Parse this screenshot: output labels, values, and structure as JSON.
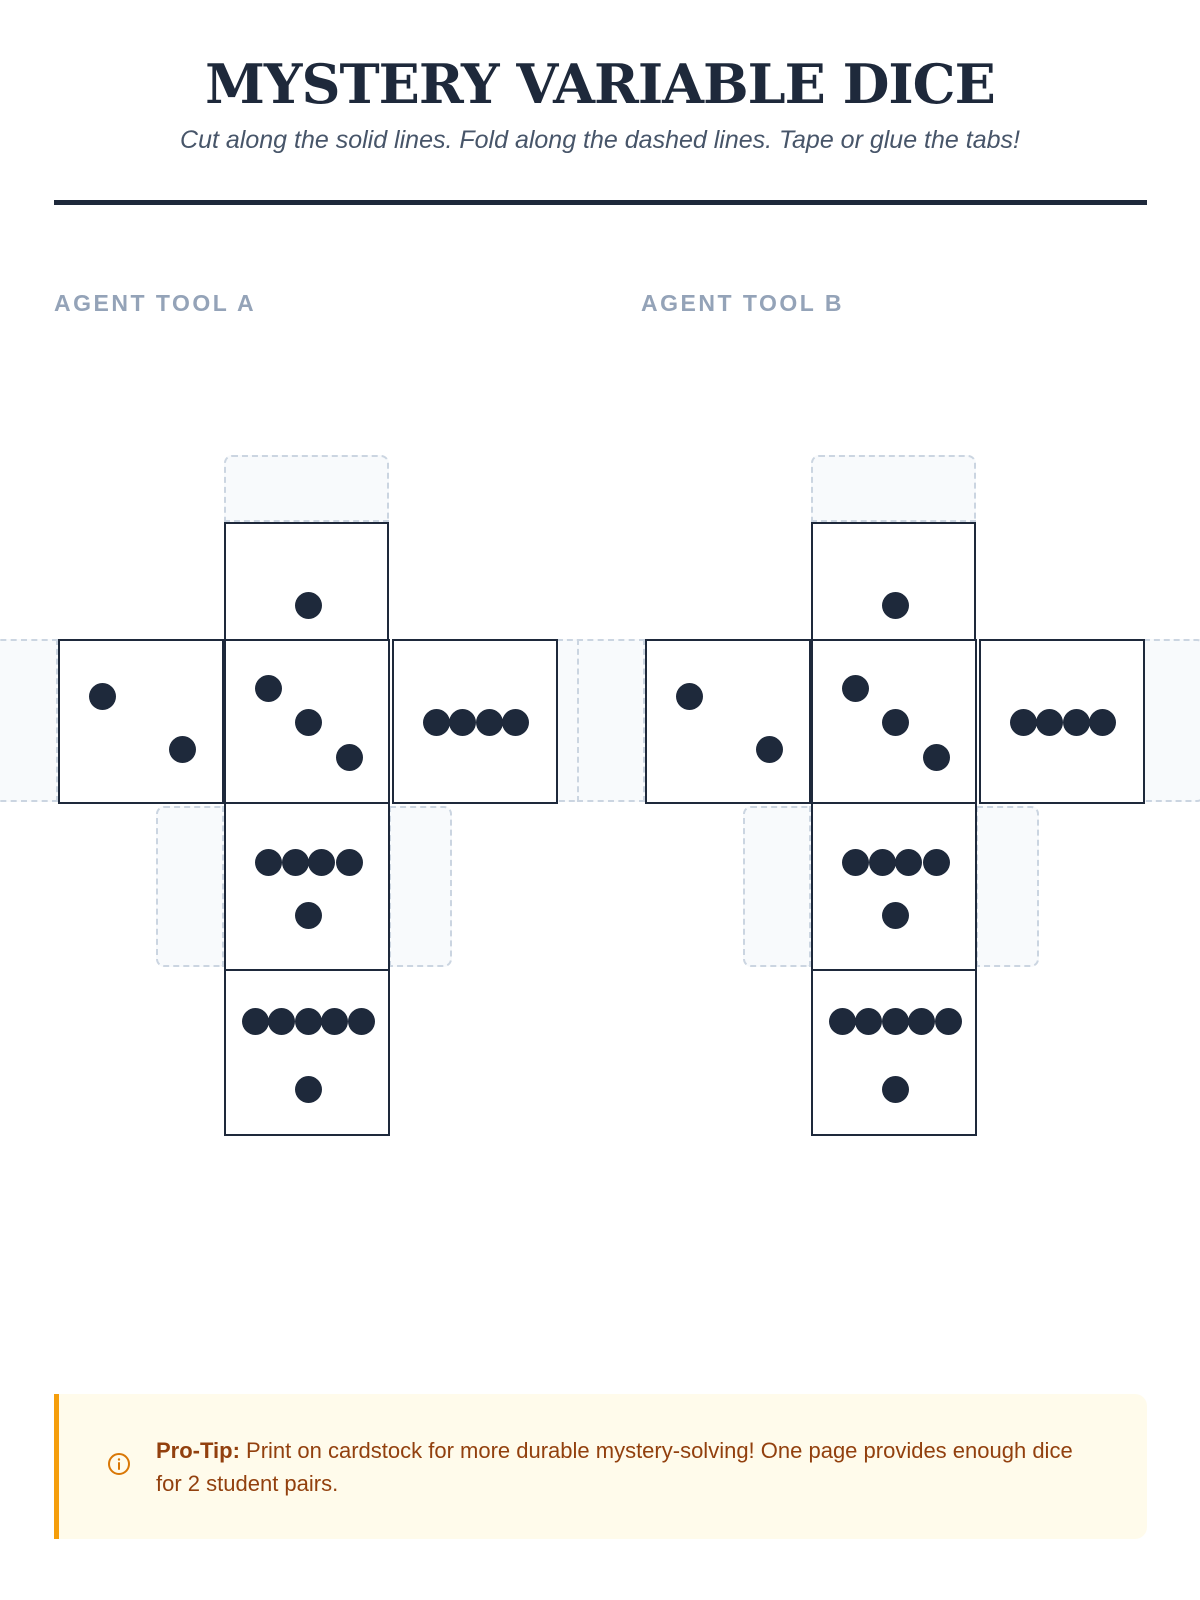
{
  "header": {
    "title": "MYSTERY VARIABLE DICE",
    "subtitle": "Cut along the solid lines. Fold along the dashed lines. Tape or glue the tabs!"
  },
  "nets": [
    {
      "label": "AGENT TOOL A",
      "faces": [
        1,
        2,
        3,
        4,
        5,
        6
      ]
    },
    {
      "label": "AGENT TOOL B",
      "faces": [
        1,
        2,
        3,
        4,
        5,
        6
      ]
    }
  ],
  "tip": {
    "prefix": "Pro-Tip:",
    "text": " Print on cardstock for more durable mystery-solving! One page provides enough dice for 2 student pairs.",
    "icon": "info-circle-icon"
  },
  "colors": {
    "ink": "#1e293b",
    "accent": "#f59e0b",
    "tip_text": "#92400e",
    "tip_bg": "#fffbeb"
  }
}
